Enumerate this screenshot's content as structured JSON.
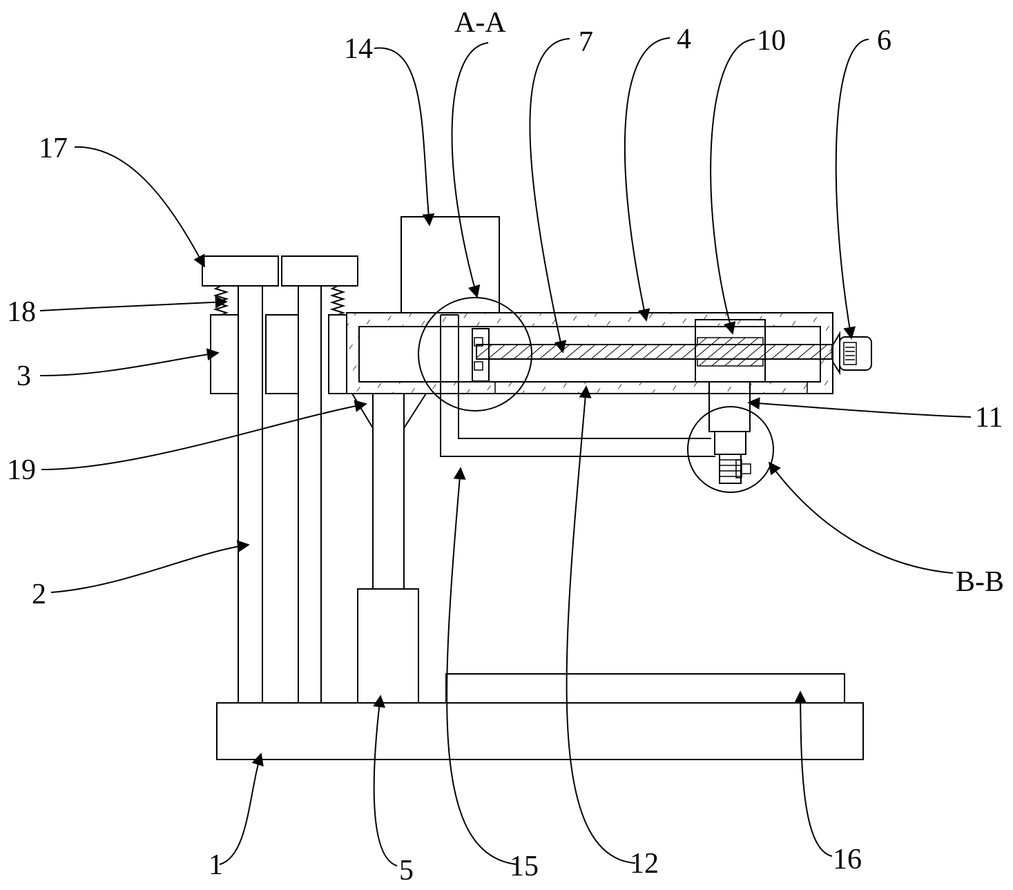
{
  "labels": {
    "l1": "1",
    "l2": "2",
    "l3": "3",
    "l4": "4",
    "l5": "5",
    "l6": "6",
    "l7": "7",
    "l10": "10",
    "l11": "11",
    "l12": "12",
    "l14": "14",
    "l15": "15",
    "l16": "16",
    "l17": "17",
    "l18": "18",
    "l19": "19",
    "section_aa": "A-A",
    "section_bb": "B-B"
  },
  "colors": {
    "line": "#000000",
    "background": "#ffffff"
  }
}
